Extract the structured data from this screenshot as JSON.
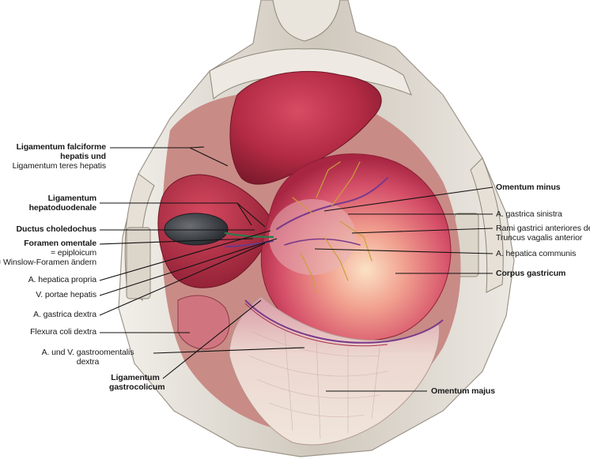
{
  "labels": {
    "falciforme_1": "Ligamentum falciforme",
    "falciforme_2": "hepatis und",
    "teres": "Ligamentum teres hepatis",
    "hepatoduodenale_1": "Ligamentum",
    "hepatoduodenale_2": "hepatoduodenale",
    "choledochus": "Ductus choledochus",
    "omentale_1": "Foramen omentale",
    "omentale_2": "= epiploicum",
    "omentale_3": "= Winslow-Foramen ändern",
    "hepatica_propria": "A. hepatica propria",
    "portae": "V. portae hepatis",
    "gastrica_dextra": "A. gastrica dextra",
    "flexura": "Flexura coli dextra",
    "gastroomentalis_1": "A. und V. gastroomentalis",
    "gastroomentalis_2": "dextra",
    "gastrocolicum_1": "Ligamentum",
    "gastrocolicum_2": "gastrocolicum",
    "omentum_minus": "Omentum minus",
    "gastrica_sinistra": "A. gastrica sinistra",
    "rami_1": "Rami gastrici anteriores des",
    "rami_2": "Truncus vagalis anterior",
    "hepatica_communis": "A. hepatica communis",
    "corpus": "Corpus gastricum",
    "omentum_majus": "Omentum majus"
  },
  "colors": {
    "liver": "#a8213a",
    "liver_light": "#d24a5e",
    "stomach": "#d9566e",
    "stomach_light": "#f2b7a6",
    "omentum": "#e9d6c6",
    "wall": "#d8d2c8",
    "vessel": "#7a3a8a",
    "nerve": "#c9a03a"
  }
}
